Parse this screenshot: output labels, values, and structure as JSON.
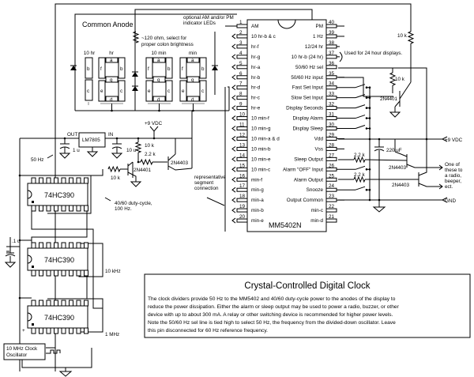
{
  "title": "Crystal-Controlled Digital Clock",
  "description_lines": [
    "The clock dividers provide 50 Hz to the MM5402 and 40/60 duty-cycle power to the anodes of the display to",
    "reduce the power dissipation. Either the alarm or sleep output may be used to power a radio, buzzer, or other",
    "device with up to about 300 mA. A relay or other switching device is recommended for higher power levels.",
    "Note the 50/60 Hz sel line is tied high to select 50 Hz, the frequency from the divided-down oscillator. Leave",
    "this pin disconnected for 60 Hz reference frequency."
  ],
  "display": {
    "label": "Common Anode",
    "colon_resistor_note": [
      "~120 ohm, select for",
      "proper colon brightness"
    ],
    "am_pm_note": [
      "optional AM and/or PM",
      "indicator LEDs"
    ],
    "digits": [
      {
        "label": "10 hr",
        "segments": [
          "b",
          "c"
        ]
      },
      {
        "label": "hr",
        "segments": [
          "a",
          "f",
          "b",
          "g",
          "e",
          "c",
          "d"
        ]
      },
      {
        "label": "10 min",
        "segments": [
          "a",
          "f",
          "b",
          "g",
          "e",
          "c",
          "d"
        ]
      },
      {
        "label": "min",
        "segments": [
          "a",
          "f",
          "b",
          "g",
          "e",
          "c",
          "d"
        ]
      }
    ]
  },
  "ic": {
    "name": "MM5402N",
    "left_pins": [
      {
        "n": "1",
        "label": "AM"
      },
      {
        "n": "2",
        "label": "10 hr-b & c"
      },
      {
        "n": "3",
        "label": "hr-f"
      },
      {
        "n": "4",
        "label": "hr-g"
      },
      {
        "n": "5",
        "label": "hr-a"
      },
      {
        "n": "6",
        "label": "hr-b"
      },
      {
        "n": "7",
        "label": "hr-d"
      },
      {
        "n": "8",
        "label": "hr-c"
      },
      {
        "n": "9",
        "label": "hr-e"
      },
      {
        "n": "10",
        "label": "10 min-f"
      },
      {
        "n": "11",
        "label": "10 min-g"
      },
      {
        "n": "12",
        "label": "10 min-a & d"
      },
      {
        "n": "13",
        "label": "10 min-b"
      },
      {
        "n": "14",
        "label": "10 min-e"
      },
      {
        "n": "15",
        "label": "10 min-c"
      },
      {
        "n": "16",
        "label": "min-f"
      },
      {
        "n": "17",
        "label": "min-g"
      },
      {
        "n": "18",
        "label": "min-a"
      },
      {
        "n": "19",
        "label": "min-b"
      },
      {
        "n": "20",
        "label": "min-e"
      }
    ],
    "right_pins": [
      {
        "n": "40",
        "label": "PM"
      },
      {
        "n": "39",
        "label": "1 Hz"
      },
      {
        "n": "38",
        "label": "12/24 hr"
      },
      {
        "n": "37",
        "label": "10 hr-b (24 hr)"
      },
      {
        "n": "36",
        "label": "50/60 Hz sel"
      },
      {
        "n": "35",
        "label": "50/60 Hz input"
      },
      {
        "n": "34",
        "label": "Fast Set Input"
      },
      {
        "n": "33",
        "label": "Slow Set Input"
      },
      {
        "n": "32",
        "label": "Display Seconds"
      },
      {
        "n": "31",
        "label": "Display Alarm"
      },
      {
        "n": "30",
        "label": "Display Sleep"
      },
      {
        "n": "29",
        "label": "Vdd"
      },
      {
        "n": "28",
        "label": "Vss"
      },
      {
        "n": "27",
        "label": "Sleep Output"
      },
      {
        "n": "26",
        "label": "Alarm \"OFF\" Input"
      },
      {
        "n": "25",
        "label": "Alarm Output"
      },
      {
        "n": "24",
        "label": "Snooze"
      },
      {
        "n": "23",
        "label": "Output Common"
      },
      {
        "n": "22",
        "label": "min-c"
      },
      {
        "n": "21",
        "label": "min-d"
      }
    ]
  },
  "labels": {
    "used_24h": "Used for 24 hour displays.",
    "r_top": "10 k",
    "r_mid": "10 k",
    "q_top": "2N4401",
    "vdc_right": "+9 VDC",
    "cap_220": "220 uF",
    "r_sleep": "2.2 k",
    "r_alarm": "2.2 k",
    "q_sleep": "2N4403",
    "q_alarm": "2N4403",
    "output_note": [
      "One of",
      "these to",
      "a radio,",
      "beeper,",
      "ect."
    ],
    "gnd": "GND",
    "rep_segment": [
      "representative",
      "segment",
      "connection"
    ],
    "vdc_left": "+9 VDC",
    "reg": "LM7805",
    "reg_out": "OUT",
    "reg_in": "IN",
    "cap_1u": "1 u",
    "cap_10u": "10 u",
    "r_10k_a": "10 k",
    "r_22k": "2.2 k",
    "q_4403": "2N4403",
    "q_4401": "2N4401",
    "r_10k_b": "10 k",
    "hz50": "50 Hz",
    "counter1": "74HC390",
    "counter2": "74HC390",
    "counter3": "74HC390",
    "duty_note": [
      "40/60 duty-cycle,",
      "100 Hz."
    ],
    "khz10": "10 kHz",
    "mhz1": "1 MHz",
    "cap_01": ".1 u",
    "osc": [
      "10 MHz Clock",
      "Oscillator"
    ],
    "plus": "+"
  }
}
